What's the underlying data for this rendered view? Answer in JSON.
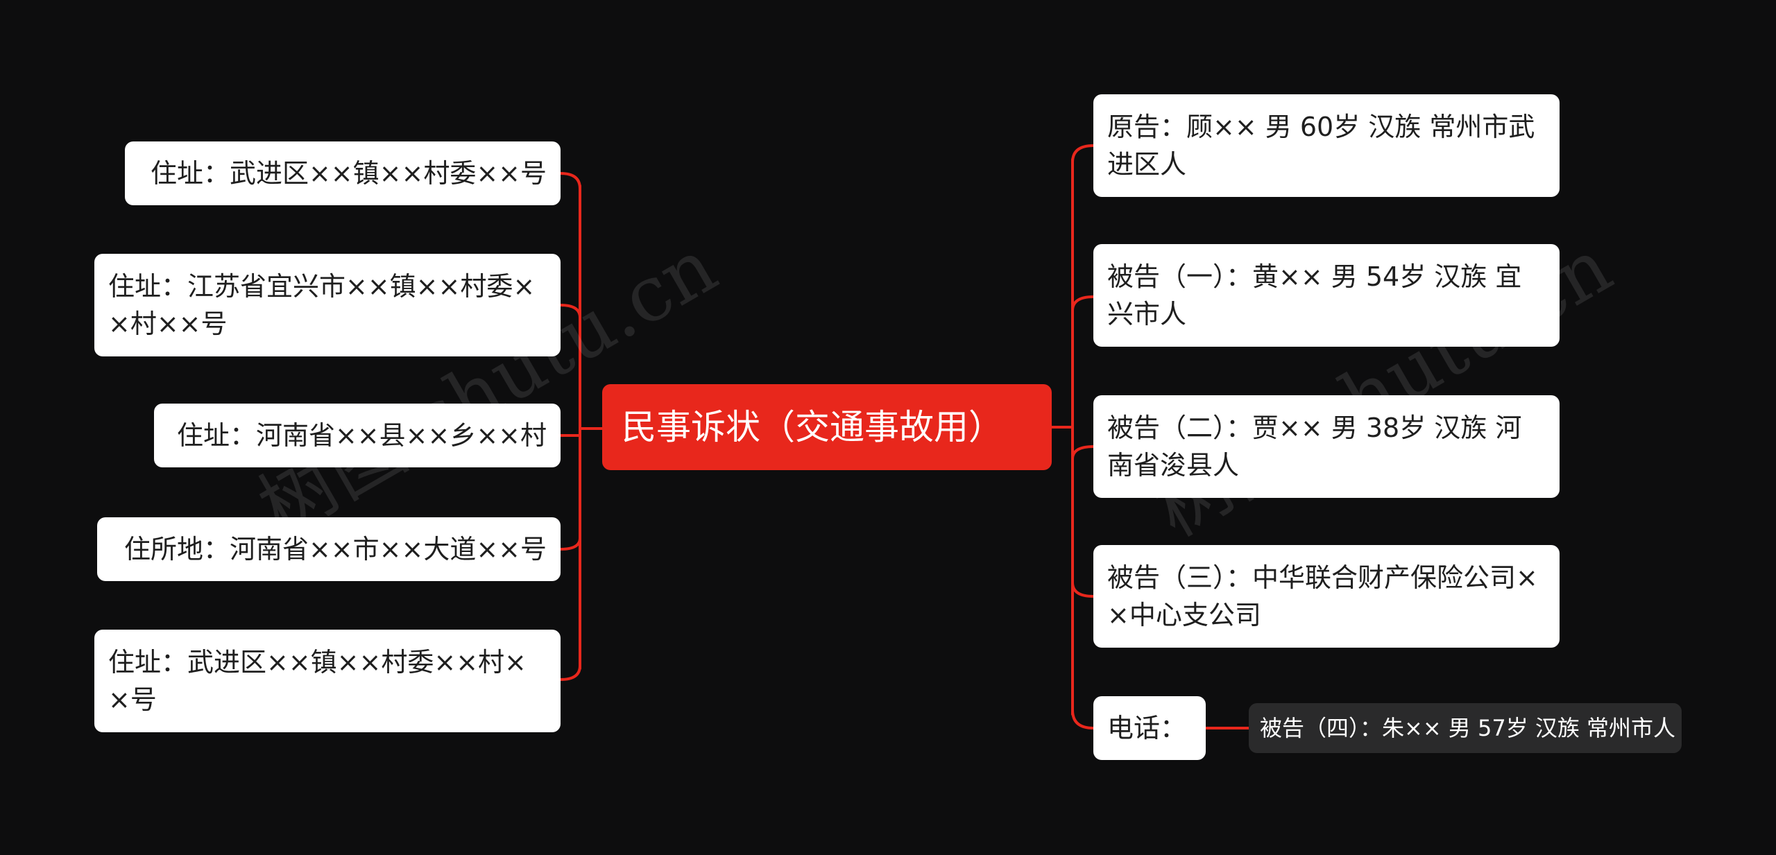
{
  "colors": {
    "background": "#0d0d0e",
    "root_fill": "#e8271c",
    "connector": "#e8271c",
    "node_fill": "#ffffff",
    "leaf_fill": "#2a2a2b"
  },
  "root": {
    "label": "民事诉状（交通事故用）"
  },
  "left_nodes": [
    {
      "label": "住址：武进区××镇××村委××号"
    },
    {
      "label": "住址：江苏省宜兴市××镇××村委××村××号"
    },
    {
      "label": "住址：河南省××县××乡××村"
    },
    {
      "label": "住所地：河南省××市××大道××号"
    },
    {
      "label": "住址：武进区××镇××村委××村××号"
    }
  ],
  "right_nodes": [
    {
      "label": "原告：顾×× 男 60岁 汉族 常州市武进区人"
    },
    {
      "label": "被告（一）：黄×× 男 54岁 汉族 宜兴市人"
    },
    {
      "label": "被告（二）：贾×× 男 38岁 汉族 河南省浚县人"
    },
    {
      "label": "被告（三）：中华联合财产保险公司××中心支公司"
    },
    {
      "label": "电话："
    }
  ],
  "sub_leaf": {
    "label": "被告（四）：朱×× 男 57岁 汉族 常州市人"
  },
  "watermark": {
    "text": "树图 shutu.cn"
  }
}
